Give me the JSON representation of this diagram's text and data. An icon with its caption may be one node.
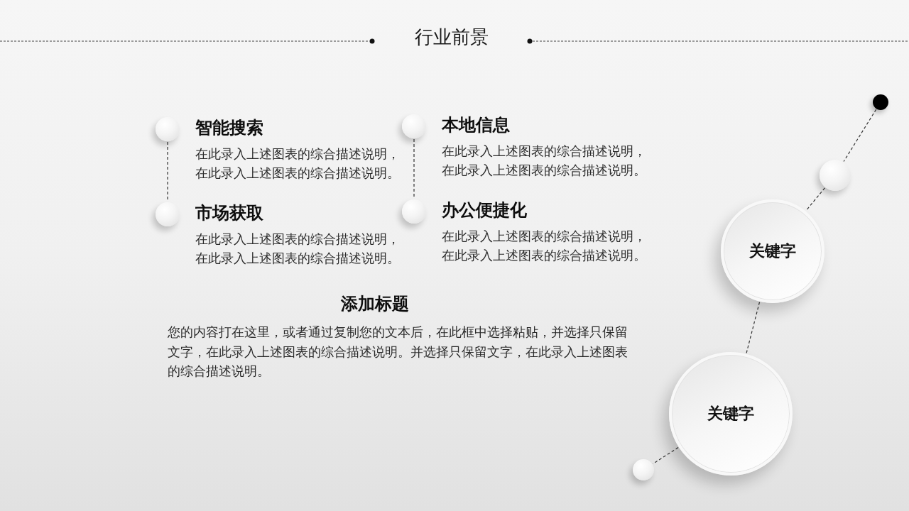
{
  "diagram": {
    "title": "行业前景",
    "nodes": [
      {
        "text": [],
        "shape": "circle",
        "beside": [
          "智能搜索",
          "在此录入上述图表的综合描述说明，在此录入上述图表的综合描述说明。"
        ]
      },
      {
        "text": [],
        "shape": "circle",
        "beside": [
          "本地信息",
          "在此录入上述图表的综合描述说明，在此录入上述图表的综合描述说明。"
        ]
      },
      {
        "text": [],
        "shape": "circle",
        "beside": [
          "市场获取",
          "在此录入上述图表的综合描述说明，在此录入上述图表的综合描述说明。"
        ]
      },
      {
        "text": [],
        "shape": "circle",
        "beside": [
          "办公便捷化",
          "在此录入上述图表的综合描述说明，在此录入上述图表的综合描述说明。"
        ]
      },
      {
        "text": [],
        "shape": "circle"
      },
      {
        "text": [],
        "shape": "circle"
      },
      {
        "text": [
          "关键字"
        ]
      },
      {
        "text": [
          "关键字"
        ]
      },
      {
        "text": [],
        "shape": "circle"
      }
    ],
    "edges": [
      {
        "from": 0,
        "to": 2,
        "arrow": "none",
        "style": "dashed"
      },
      {
        "from": 1,
        "to": 3,
        "arrow": "none",
        "style": "dashed"
      },
      {
        "from": 4,
        "to": 5,
        "arrow": "none",
        "style": "dashed"
      },
      {
        "from": 5,
        "to": 6,
        "arrow": "none",
        "style": "dashed"
      },
      {
        "from": 6,
        "to": 7,
        "arrow": "none",
        "style": "dashed"
      },
      {
        "from": 7,
        "to": 8,
        "arrow": "none",
        "style": "dashed"
      }
    ],
    "labels": [
      "添加标题",
      "您的内容打在这里，或者通过复制您的文本后，在此框中选择粘贴，并选择只保留文字，在此录入上述图表的综合描述说明。并选择只保留文字，在此录入上述图表的综合描述说明。"
    ]
  }
}
